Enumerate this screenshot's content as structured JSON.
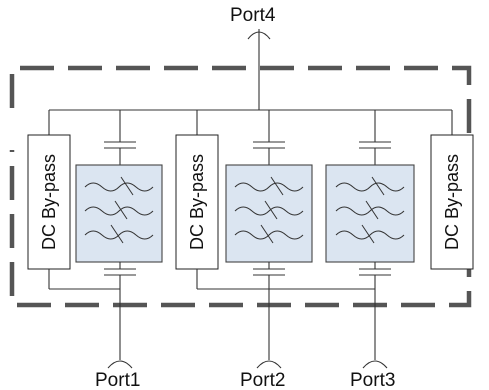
{
  "colors": {
    "filter_fill": "#dbe5f1",
    "enclosure_dash": "#555555",
    "wire": "#333333"
  },
  "ports": {
    "top": "Port4",
    "bottom": [
      "Port1",
      "Port2",
      "Port3"
    ]
  },
  "bypass": {
    "label": "DC By-pass",
    "count": 3
  },
  "filters": {
    "count": 3,
    "icon": "bandpass-filter-icon"
  }
}
